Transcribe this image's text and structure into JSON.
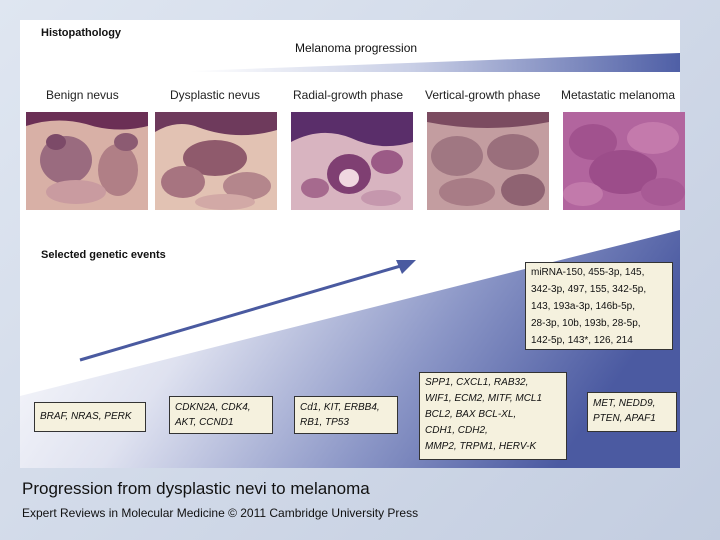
{
  "histopathology": {
    "heading": "Histopathology",
    "progression_label": "Melanoma progression",
    "stages": [
      "Benign nevus",
      "Dysplastic nevus",
      "Radial-growth phase",
      "Vertical-growth phase",
      "Metastatic melanoma"
    ]
  },
  "genetic": {
    "heading": "Selected genetic events",
    "mirna_lines": [
      "miRNA-150, 455-3p, 145,",
      "342-3p, 497, 155, 342-5p,",
      "143, 193a-3p, 146b-5p,",
      "28-3p, 10b, 193b, 28-5p,",
      "142-5p, 143*, 126, 214"
    ],
    "boxes": [
      {
        "lines": [
          "BRAF, NRAS, PERK"
        ]
      },
      {
        "lines": [
          "CDKN2A, CDK4,",
          "AKT, CCND1"
        ]
      },
      {
        "lines": [
          "Cd1, KIT, ERBB4,",
          "RB1, TP53"
        ]
      },
      {
        "lines": [
          "SPP1, CXCL1, RAB32,",
          "WIF1, ECM2, MITF, MCL1",
          "BCL2, BAX BCL-XL,",
          "CDH1, CDH2,",
          "MMP2, TRPM1, HERV-K"
        ]
      },
      {
        "lines": [
          "MET, NEDD9,",
          "PTEN, APAF1"
        ]
      }
    ]
  },
  "caption": {
    "title": "Progression from dysplastic nevi to melanoma",
    "credit": "Expert Reviews in Molecular Medicine © 2011 Cambridge University Press"
  },
  "colors": {
    "wedge_start": "#ffffff",
    "wedge_end": "#4f5fa6",
    "arrow": "#4a5aa0",
    "box_fill": "#f5f1de"
  }
}
